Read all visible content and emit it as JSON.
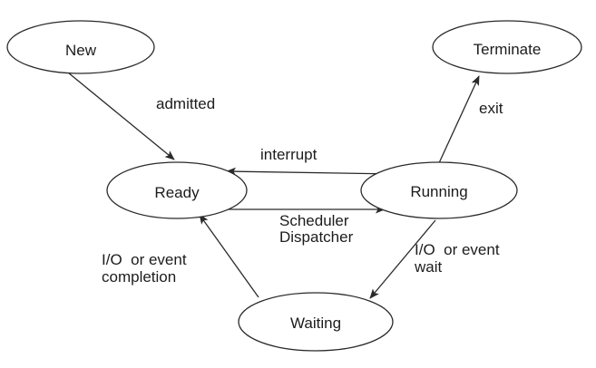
{
  "diagram": {
    "title": "process-state-diagram",
    "background_color": "#ffffff",
    "stroke_color": "#2a2a2a",
    "text_color": "#1c1c1c",
    "nodes": {
      "new": {
        "label": "New"
      },
      "terminate": {
        "label": "Terminate"
      },
      "ready": {
        "label": "Ready"
      },
      "running": {
        "label": "Running"
      },
      "waiting": {
        "label": "Waiting"
      }
    },
    "edges": {
      "admitted": {
        "from": "New",
        "to": "Ready",
        "label": "admitted"
      },
      "exit": {
        "from": "Running",
        "to": "Terminate",
        "label": "exit"
      },
      "interrupt": {
        "from": "Running",
        "to": "Ready",
        "label": "interrupt"
      },
      "dispatch": {
        "from": "Ready",
        "to": "Running",
        "lines": [
          "Scheduler",
          "Dispatcher"
        ]
      },
      "io_completion": {
        "from": "Waiting",
        "to": "Ready",
        "lines": [
          "I/O  or event",
          "completion"
        ]
      },
      "io_wait": {
        "from": "Running",
        "to": "Waiting",
        "lines": [
          "I/O  or event",
          "wait"
        ]
      }
    }
  }
}
